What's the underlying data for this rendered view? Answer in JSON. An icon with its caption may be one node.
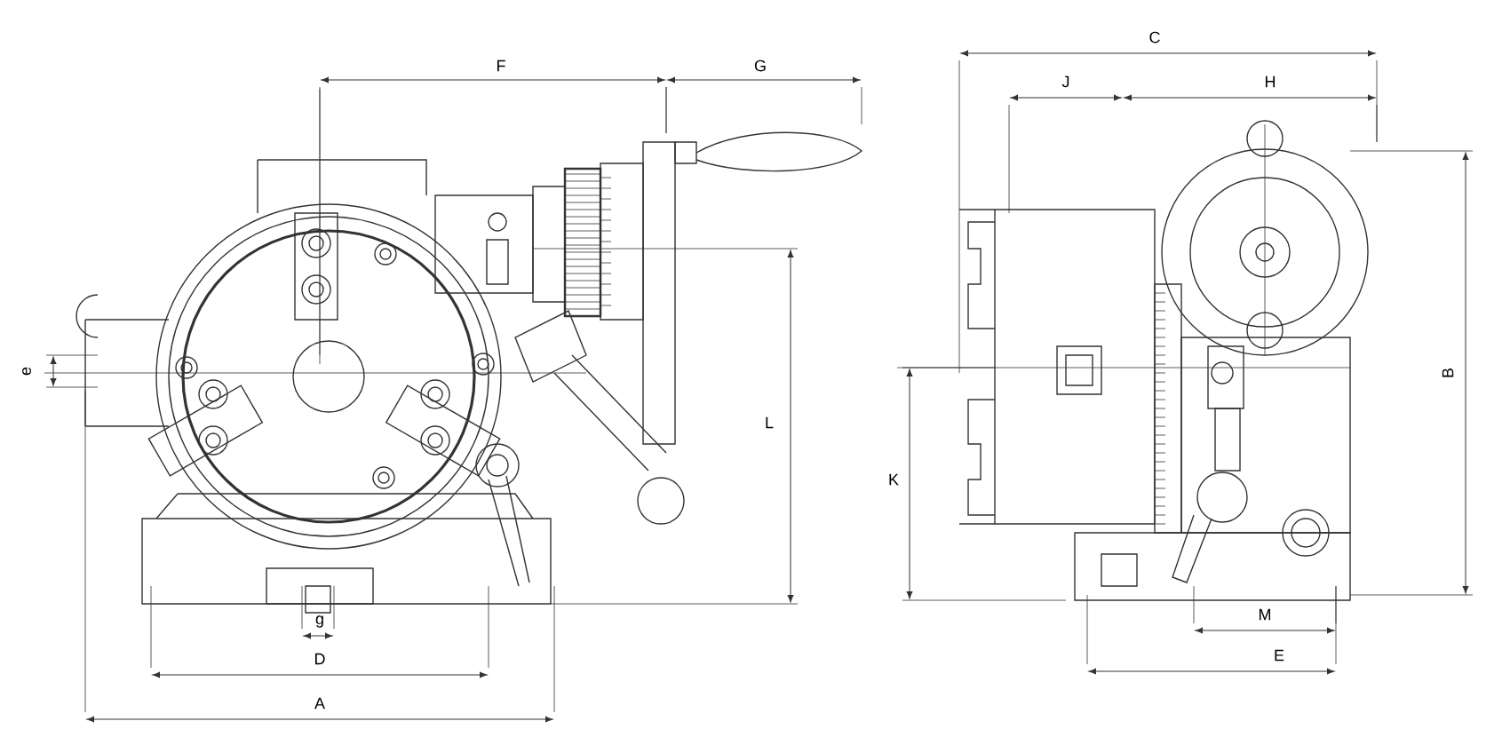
{
  "diagram": {
    "labels": [
      "F",
      "G",
      "C",
      "J",
      "H",
      "e",
      "B",
      "L",
      "K",
      "g",
      "M",
      "D",
      "E",
      "A"
    ]
  }
}
